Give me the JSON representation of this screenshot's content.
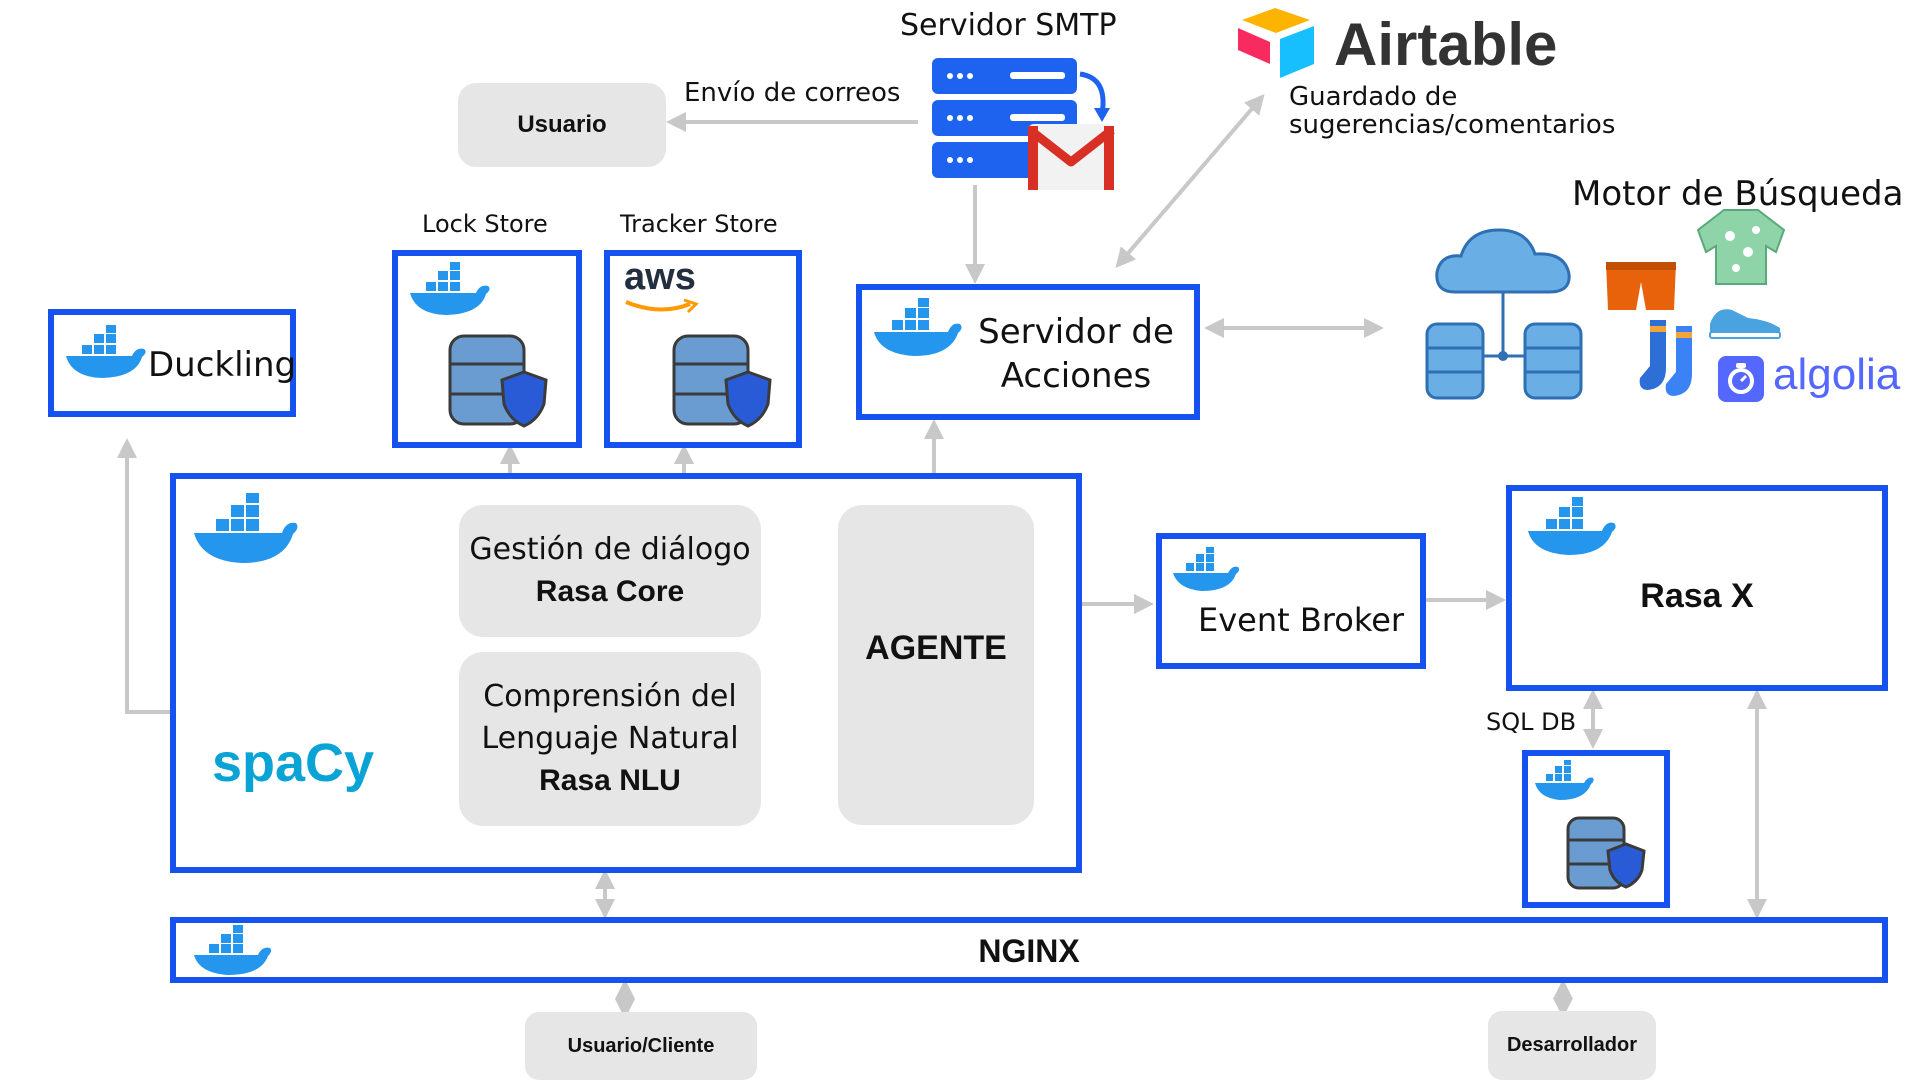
{
  "smtp": {
    "title": "Servidor SMTP",
    "email_label": "Envío de correos"
  },
  "usuario": {
    "label": "Usuario"
  },
  "airtable": {
    "logo_text": "Airtable",
    "desc_line1": "Guardado de",
    "desc_line2": "sugerencias/comentarios"
  },
  "motor": {
    "title": "Motor de Búsqueda",
    "algolia_text": "algolia"
  },
  "lock_store": {
    "label": "Lock Store"
  },
  "tracker_store": {
    "label": "Tracker Store",
    "aws_text": "aws"
  },
  "duckling": {
    "label": "Duckling"
  },
  "acciones": {
    "line1": "Servidor de",
    "line2": "Acciones"
  },
  "core": {
    "line1": "Gestión de diálogo",
    "line2": "Rasa Core"
  },
  "nlu": {
    "line1": "Comprensión del",
    "line2": "Lenguaje Natural",
    "line3": "Rasa NLU"
  },
  "agente": {
    "label": "AGENTE"
  },
  "spacy": {
    "label": "spaCy"
  },
  "event_broker": {
    "label": "Event Broker"
  },
  "rasa_x": {
    "label": "Rasa X"
  },
  "sql": {
    "label": "SQL DB"
  },
  "nginx": {
    "label": "NGINX"
  },
  "usuario_cliente": {
    "label": "Usuario/Cliente"
  },
  "desarrollador": {
    "label": "Desarrollador"
  },
  "colors": {
    "box_border": "#1652f0",
    "gray_box": "#e6e6e6",
    "arrow": "#c8c8c8",
    "docker": "#2496ed",
    "db_blue": "#6a9bd1",
    "shield": "#2a5bd7"
  }
}
